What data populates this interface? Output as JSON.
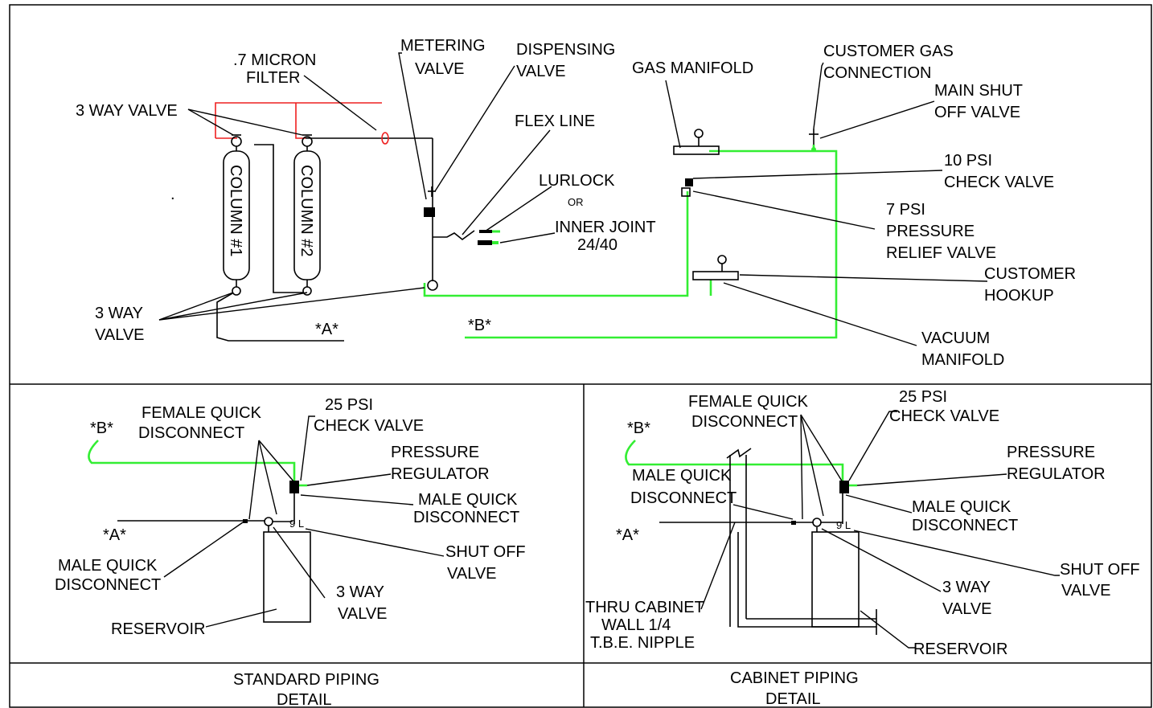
{
  "colors": {
    "gas_line": "#33ee33",
    "filter_line": "#ee2020",
    "ink": "#000000"
  },
  "top": {
    "micron_filter": [
      ".7 MICRON",
      "FILTER"
    ],
    "metering_valve": [
      "METERING",
      "VALVE"
    ],
    "dispensing_valve": [
      "DISPENSING",
      "VALVE"
    ],
    "gas_manifold": "GAS MANIFOLD",
    "customer_gas_connection": [
      "CUSTOMER GAS",
      "CONNECTION"
    ],
    "main_shut_off_valve": [
      "MAIN SHUT",
      "OFF VALVE"
    ],
    "three_way_valve_top": "3 WAY VALVE",
    "flex_line": "FLEX LINE",
    "check_valve_10psi": [
      "10 PSI",
      "CHECK VALVE"
    ],
    "lurlock": "LURLOCK",
    "or": "OR",
    "inner_joint": [
      "INNER JOINT",
      "24/40"
    ],
    "relief_valve_7psi": [
      "7 PSI",
      "PRESSURE",
      "RELIEF VALVE"
    ],
    "customer_hookup": [
      "CUSTOMER",
      "HOOKUP"
    ],
    "three_way_valve_bottom": [
      "3 WAY",
      "VALVE"
    ],
    "marker_a": "*A*",
    "marker_b": "*B*",
    "vacuum_manifold": [
      "VACUUM",
      "MANIFOLD"
    ],
    "column_1": "COLUMN #1",
    "column_2": "COLUMN #2"
  },
  "standard": {
    "female_quick_disconnect": [
      "FEMALE QUICK",
      "DISCONNECT"
    ],
    "check_valve_25psi": [
      "25 PSI",
      "CHECK VALVE"
    ],
    "marker_b": "*B*",
    "pressure_regulator": [
      "PRESSURE",
      "REGULATOR"
    ],
    "male_quick_disconnect_right": [
      "MALE QUICK",
      "DISCONNECT"
    ],
    "marker_a": "*A*",
    "shut_off_valve": [
      "SHUT OFF",
      "VALVE"
    ],
    "male_quick_disconnect_left": [
      "MALE QUICK",
      "DISCONNECT"
    ],
    "three_way_valve": [
      "3 WAY",
      "VALVE"
    ],
    "reservoir": "RESERVOIR",
    "caption": [
      "STANDARD PIPING",
      "DETAIL"
    ]
  },
  "cabinet": {
    "female_quick_disconnect": [
      "FEMALE QUICK",
      "DISCONNECT"
    ],
    "check_valve_25psi": [
      "25 PSI",
      "CHECK VALVE"
    ],
    "marker_b": "*B*",
    "pressure_regulator": [
      "PRESSURE",
      "REGULATOR"
    ],
    "male_quick_disconnect_left": [
      "MALE QUICK",
      "DISCONNECT"
    ],
    "male_quick_disconnect_right": [
      "MALE QUICK",
      "DISCONNECT"
    ],
    "marker_a": "*A*",
    "shut_off_valve": [
      "SHUT OFF",
      "VALVE"
    ],
    "three_way_valve": [
      "3 WAY",
      "VALVE"
    ],
    "thru_cabinet": [
      "THRU CABINET",
      "WALL 1/4",
      "T.B.E. NIPPLE"
    ],
    "reservoir": "RESERVOIR",
    "caption": [
      "CABINET PIPING",
      "DETAIL"
    ]
  }
}
